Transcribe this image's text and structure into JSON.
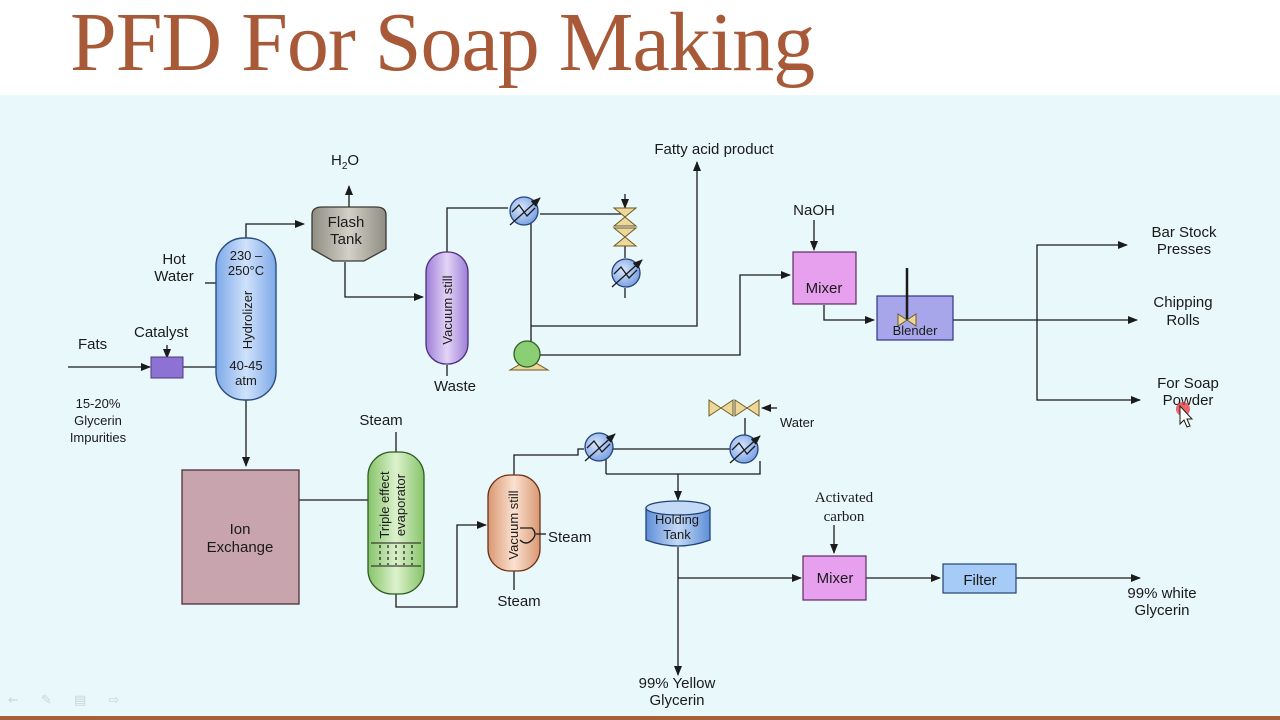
{
  "slide": {
    "title": "PFD For Soap Making"
  },
  "feed": {
    "fats": "Fats",
    "catalyst": "Catalyst",
    "impurities_1": "15-20%",
    "impurities_2": "Glycerin",
    "impurities_3": "Impurities",
    "hot_water_1": "Hot",
    "hot_water_2": "Water"
  },
  "hydrolizer": {
    "temp_1": "230 –",
    "temp_2": "250°C",
    "name": "Hydrolizer",
    "pressure_1": "40-45",
    "pressure_2": "atm"
  },
  "flash_tank": {
    "line_1": "Flash",
    "line_2": "Tank",
    "vapor": "H",
    "vapor_sub": "2",
    "vapor_end": "O"
  },
  "vacuum_still_top": {
    "name": "Vacuum still",
    "waste": "Waste"
  },
  "fatty_acid": {
    "product": "Fatty acid product"
  },
  "soap_line": {
    "naoh": "NaOH",
    "mixer": "Mixer",
    "blender": "Blender",
    "out_bar_1": "Bar Stock",
    "out_bar_2": "Presses",
    "out_chip_1": "Chipping",
    "out_chip_2": "Rolls",
    "out_powder_1": "For Soap",
    "out_powder_2": "Powder"
  },
  "ion_exchange": {
    "line_1": "Ion",
    "line_2": "Exchange"
  },
  "evaporator": {
    "steam": "Steam",
    "name_1": "Triple effect",
    "name_2": "evaporator"
  },
  "vacuum_still_bottom": {
    "name": "Vacuum still",
    "steam_side": "Steam",
    "steam_bottom": "Steam"
  },
  "glycerin_line": {
    "water": "Water",
    "holding_1": "Holding",
    "holding_2": "Tank",
    "yellow_1": "99% Yellow",
    "yellow_2": "Glycerin",
    "activated_1": "Activated",
    "activated_2": "carbon",
    "mixer": "Mixer",
    "filter": "Filter",
    "white_1": "99% white",
    "white_2": "Glycerin"
  },
  "colors": {
    "title": "#a85a38",
    "background": "#e9f8fa",
    "hydrolizer": "#a9c9f4",
    "flash_tank": "#b4b1a7",
    "vacuum_still": "#c4a8e8",
    "evaporator": "#b8e0a0",
    "vacuum_still_bottom": "#efbda0",
    "ion_exchange": "#c8a4ae",
    "mixer": "#e7a0ee",
    "blender": "#a7a6ea",
    "filter": "#a6cbf6",
    "holding_tank": "#8fb6ec",
    "exchanger": "#9fc0f2",
    "valve": "#eed79a",
    "pump": "#8acf73",
    "catalyst_box": "#8e72d3"
  }
}
